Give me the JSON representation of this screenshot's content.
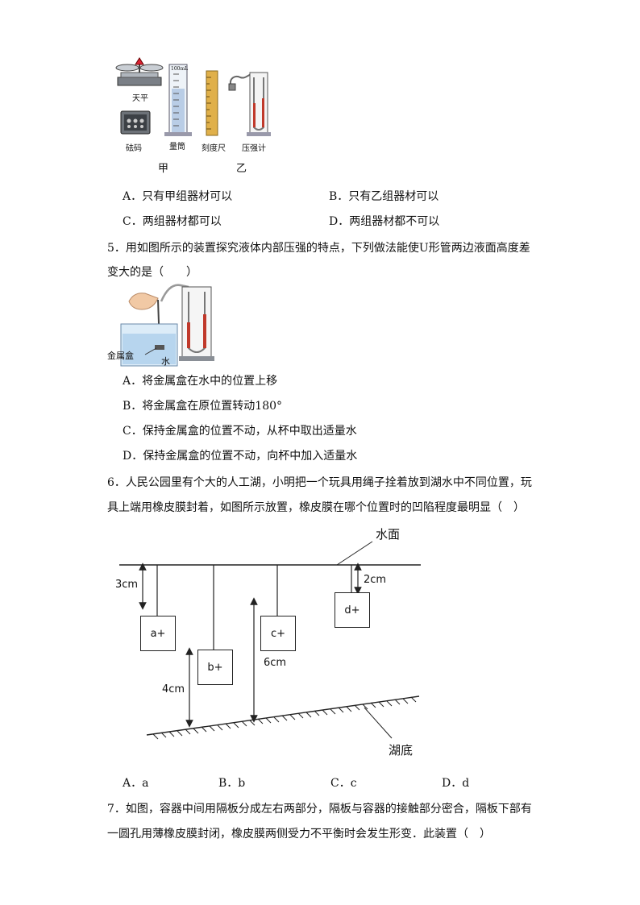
{
  "q4": {
    "figure": {
      "balance_label": "天平",
      "weights_label": "砝码",
      "cylinder_label": "量筒",
      "cylinder_mark": "100mL",
      "ruler_label": "刻度尺",
      "gauge_label": "压强计",
      "group_a": "甲",
      "group_b": "乙"
    },
    "options": [
      "A．只有甲组器材可以",
      "B．只有乙组器材可以",
      "C．两组器材都可以",
      "D．两组器材都不可以"
    ]
  },
  "q5": {
    "stem_line1": "5．用如图所示的装置探究液体内部压强的特点，下列做法能使U形管两边液面高度差",
    "stem_line2": "变大的是（　　）",
    "figure": {
      "box_label": "金属盒",
      "water_label": "水"
    },
    "options": [
      "A．将金属盒在水中的位置上移",
      "B．将金属盒在原位置转动180°",
      "C．保持金属盒的位置不动，从杯中取出适量水",
      "D．保持金属盒的位置不动，向杯中加入适量水"
    ]
  },
  "q6": {
    "stem_line1": "6．人民公园里有个大的人工湖，小明把一个玩具用绳子拴着放到湖水中不同位置，玩",
    "stem_line2": "具上端用橡皮膜封着，如图所示放置，橡皮膜在哪个位置时的凹陷程度最明显（　）",
    "figure": {
      "surface_label": "水面",
      "bottom_label": "湖底",
      "dim_a": "3cm",
      "dim_d": "2cm",
      "dim_b": "4cm",
      "dim_c": "6cm",
      "box_a": "a+",
      "box_b": "b+",
      "box_c": "c+",
      "box_d": "d+"
    },
    "options": [
      "A．a",
      "B．b",
      "C．c",
      "D．d"
    ]
  },
  "q7": {
    "stem_line1": "7．如图，容器中间用隔板分成左右两部分，隔板与容器的接触部分密合，隔板下部有",
    "stem_line2": "一圆孔用薄橡皮膜封闭，橡皮膜两侧受力不平衡时会发生形变．此装置（　）"
  }
}
